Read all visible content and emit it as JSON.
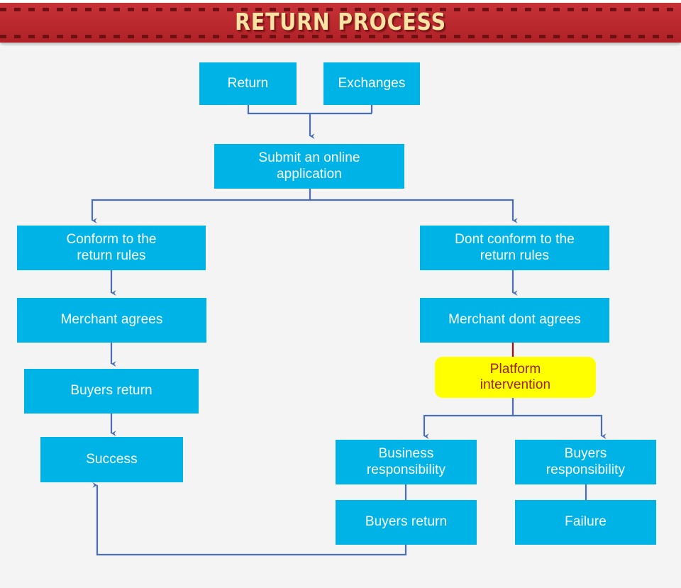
{
  "header": {
    "title": "RETURN PROCESS",
    "band_color": "#c3252b",
    "title_color": "#fbe3a4",
    "stitch_color": "#6e0f12"
  },
  "theme": {
    "background": "#f4f4f4",
    "node_fill": "#00b3e6",
    "node_text": "#ffffff",
    "accent_fill": "#ffff00",
    "accent_text": "#9c1f12",
    "connector": "#4a6fb5",
    "connector_accent": "#8b1a1a"
  },
  "flowchart": {
    "type": "flowchart",
    "orientation": "top-down",
    "nodes": [
      {
        "id": "return",
        "label": "Return",
        "kind": "process"
      },
      {
        "id": "exchanges",
        "label": "Exchanges",
        "kind": "process"
      },
      {
        "id": "submit",
        "label": "Submit an online\napplication",
        "line1": "Submit an online",
        "line2": "application",
        "kind": "process"
      },
      {
        "id": "conform",
        "label": "Conform to the\nreturn rules",
        "line1": "Conform to the",
        "line2": "return rules",
        "kind": "process"
      },
      {
        "id": "dont-conform",
        "label": "Dont conform to the\nreturn rules",
        "line1": "Dont conform to the",
        "line2": "return rules",
        "kind": "process"
      },
      {
        "id": "merchant-agrees",
        "label": "Merchant agrees",
        "kind": "process"
      },
      {
        "id": "merchant-dont-agrees",
        "label": "Merchant dont agrees",
        "kind": "process"
      },
      {
        "id": "buyers-return-left",
        "label": "Buyers return",
        "kind": "process"
      },
      {
        "id": "success",
        "label": "Success",
        "kind": "process"
      },
      {
        "id": "platform-intervention",
        "label": "Platform\nintervention",
        "line1": "Platform",
        "line2": "intervention",
        "kind": "highlight"
      },
      {
        "id": "business-responsibility",
        "label": "Business\nresponsibility",
        "line1": "Business",
        "line2": "responsibility",
        "kind": "process"
      },
      {
        "id": "buyers-responsibility",
        "label": "Buyers\nresponsibility",
        "line1": "Buyers",
        "line2": "responsibility",
        "kind": "process"
      },
      {
        "id": "buyers-return-right",
        "label": "Buyers return",
        "kind": "process"
      },
      {
        "id": "failure",
        "label": "Failure",
        "kind": "process"
      }
    ],
    "edges": [
      {
        "from": "return",
        "to": "submit",
        "style": "elbow-merge"
      },
      {
        "from": "exchanges",
        "to": "submit",
        "style": "elbow-merge"
      },
      {
        "from": "submit",
        "to": "conform",
        "style": "elbow-split"
      },
      {
        "from": "submit",
        "to": "dont-conform",
        "style": "elbow-split"
      },
      {
        "from": "conform",
        "to": "merchant-agrees",
        "style": "straight"
      },
      {
        "from": "merchant-agrees",
        "to": "buyers-return-left",
        "style": "straight"
      },
      {
        "from": "buyers-return-left",
        "to": "success",
        "style": "straight"
      },
      {
        "from": "dont-conform",
        "to": "merchant-dont-agrees",
        "style": "straight"
      },
      {
        "from": "merchant-dont-agrees",
        "to": "platform-intervention",
        "style": "accent-straight"
      },
      {
        "from": "platform-intervention",
        "to": "business-responsibility",
        "style": "elbow-split"
      },
      {
        "from": "platform-intervention",
        "to": "buyers-responsibility",
        "style": "elbow-split"
      },
      {
        "from": "business-responsibility",
        "to": "buyers-return-right",
        "style": "plain"
      },
      {
        "from": "buyers-responsibility",
        "to": "failure",
        "style": "plain"
      },
      {
        "from": "buyers-return-right",
        "to": "success",
        "style": "feedback-loop"
      }
    ]
  }
}
